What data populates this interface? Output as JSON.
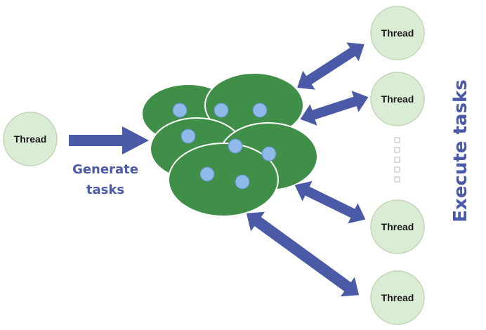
{
  "diagram": {
    "producer_label": "Thread",
    "worker_labels": [
      "Thread",
      "Thread",
      "Thread",
      "Thread"
    ],
    "generate_line1": "Generate",
    "generate_line2": "tasks",
    "execute_label": "Execute tasks"
  },
  "colors": {
    "thread_fill": "#dbecd5",
    "thread_stroke": "#c0d6b6",
    "pool_fill": "#3f8f48",
    "pool_stroke": "#ffffff",
    "task_fill": "#8fb9e8",
    "task_stroke": "#5f8fc8",
    "arrow": "#4a5aa6",
    "text": "#4a5aa6"
  }
}
